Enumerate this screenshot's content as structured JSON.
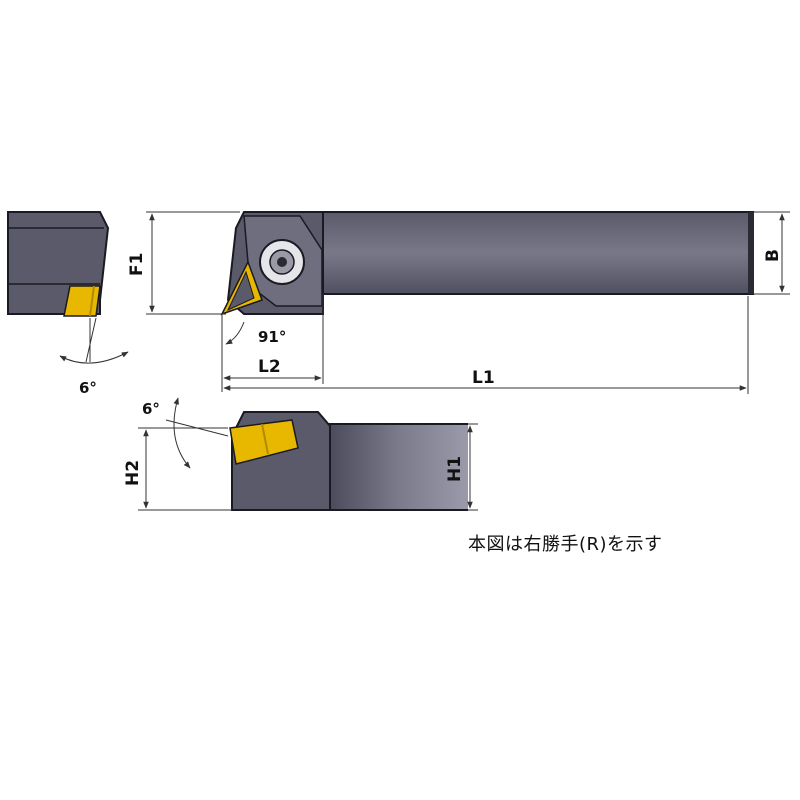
{
  "labels": {
    "f1": "F1",
    "b": "B",
    "l1": "L1",
    "l2": "L2",
    "angle_lead": "91°",
    "angle_end_view": "6°",
    "angle_side_view": "6°",
    "h1": "H1",
    "h2": "H2"
  },
  "note": "本図は右勝手(R)を示す",
  "colors": {
    "body": "#585868",
    "body_light": "#6c6c7c",
    "outline": "#1a1a22",
    "insert": "#e8b800",
    "dimension": "#333333"
  }
}
